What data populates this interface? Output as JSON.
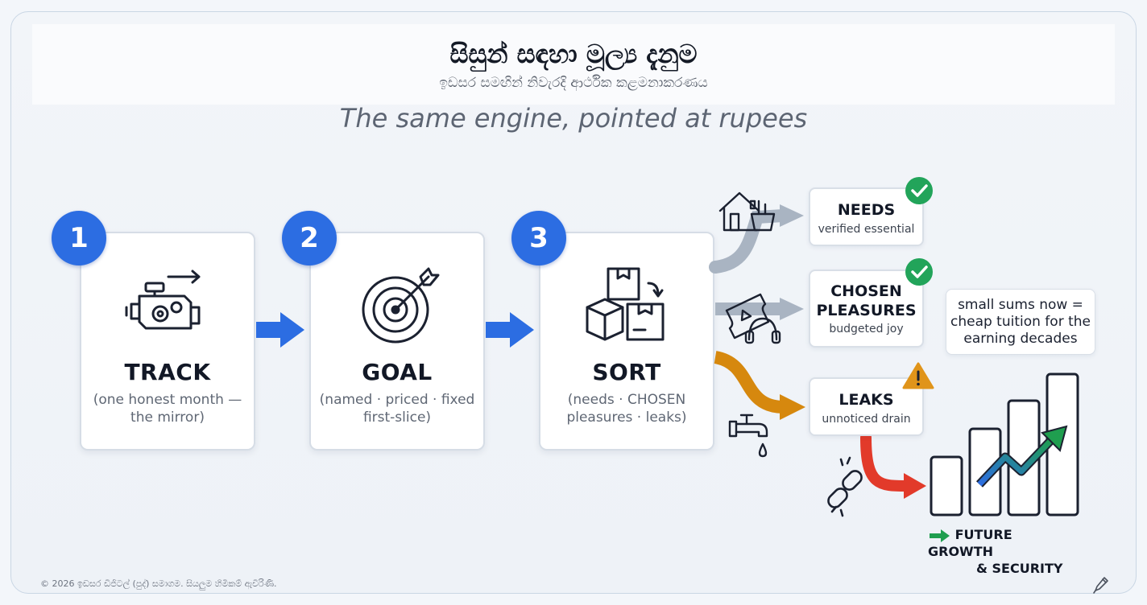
{
  "header": {
    "title": "සිසුන් සඳහා මූල්‍ය දැනුම",
    "subtitle": "ඉඩසර සමඟින් නිවැරදි ආර්ථික කළමනාකරණය",
    "tagline": "The same engine, pointed at rupees"
  },
  "steps": [
    {
      "number": "1",
      "title": "TRACK",
      "desc_line1": "(one honest month —",
      "desc_line2": "the mirror)",
      "icon": "engine-icon"
    },
    {
      "number": "2",
      "title": "GOAL",
      "desc_line1": "(named · priced · fixed",
      "desc_line2": "first-slice)",
      "icon": "target-icon"
    },
    {
      "number": "3",
      "title": "SORT",
      "desc_line1": "(needs · CHOSEN",
      "desc_line2": "pleasures · leaks)",
      "icon": "boxes-icon"
    }
  ],
  "outcomes": {
    "needs": {
      "title": "NEEDS",
      "sub": "verified essential",
      "status": "check",
      "icon": "house-groceries-icon"
    },
    "pleasures": {
      "title_line1": "CHOSEN",
      "title_line2": "PLEASURES",
      "sub": "budgeted joy",
      "status": "check",
      "icon": "ticket-headphones-icon"
    },
    "leaks": {
      "title": "LEAKS",
      "sub": "unnoticed drain",
      "status": "warning",
      "icon": "dripping-tap-icon"
    }
  },
  "note": {
    "line1": "small sums now =",
    "line2": "cheap tuition for the",
    "line3": "earning decades"
  },
  "future": {
    "line1": "FUTURE GROWTH",
    "line2": "& SECURITY"
  },
  "footer": {
    "text": "© 2026 ඉඩසර ඩිජිටල් (පුද්) සමාගම. සියලුම හිමිකම් ඇවිරිණි."
  },
  "colors": {
    "step_blue": "#2c6de2",
    "arrow_grey": "#a9b4c2",
    "leak_orange": "#d6880e",
    "drain_red": "#e23a2a",
    "check_green": "#22a45a",
    "warn_amber": "#e0941a",
    "growth_green": "#1f9e4f"
  }
}
